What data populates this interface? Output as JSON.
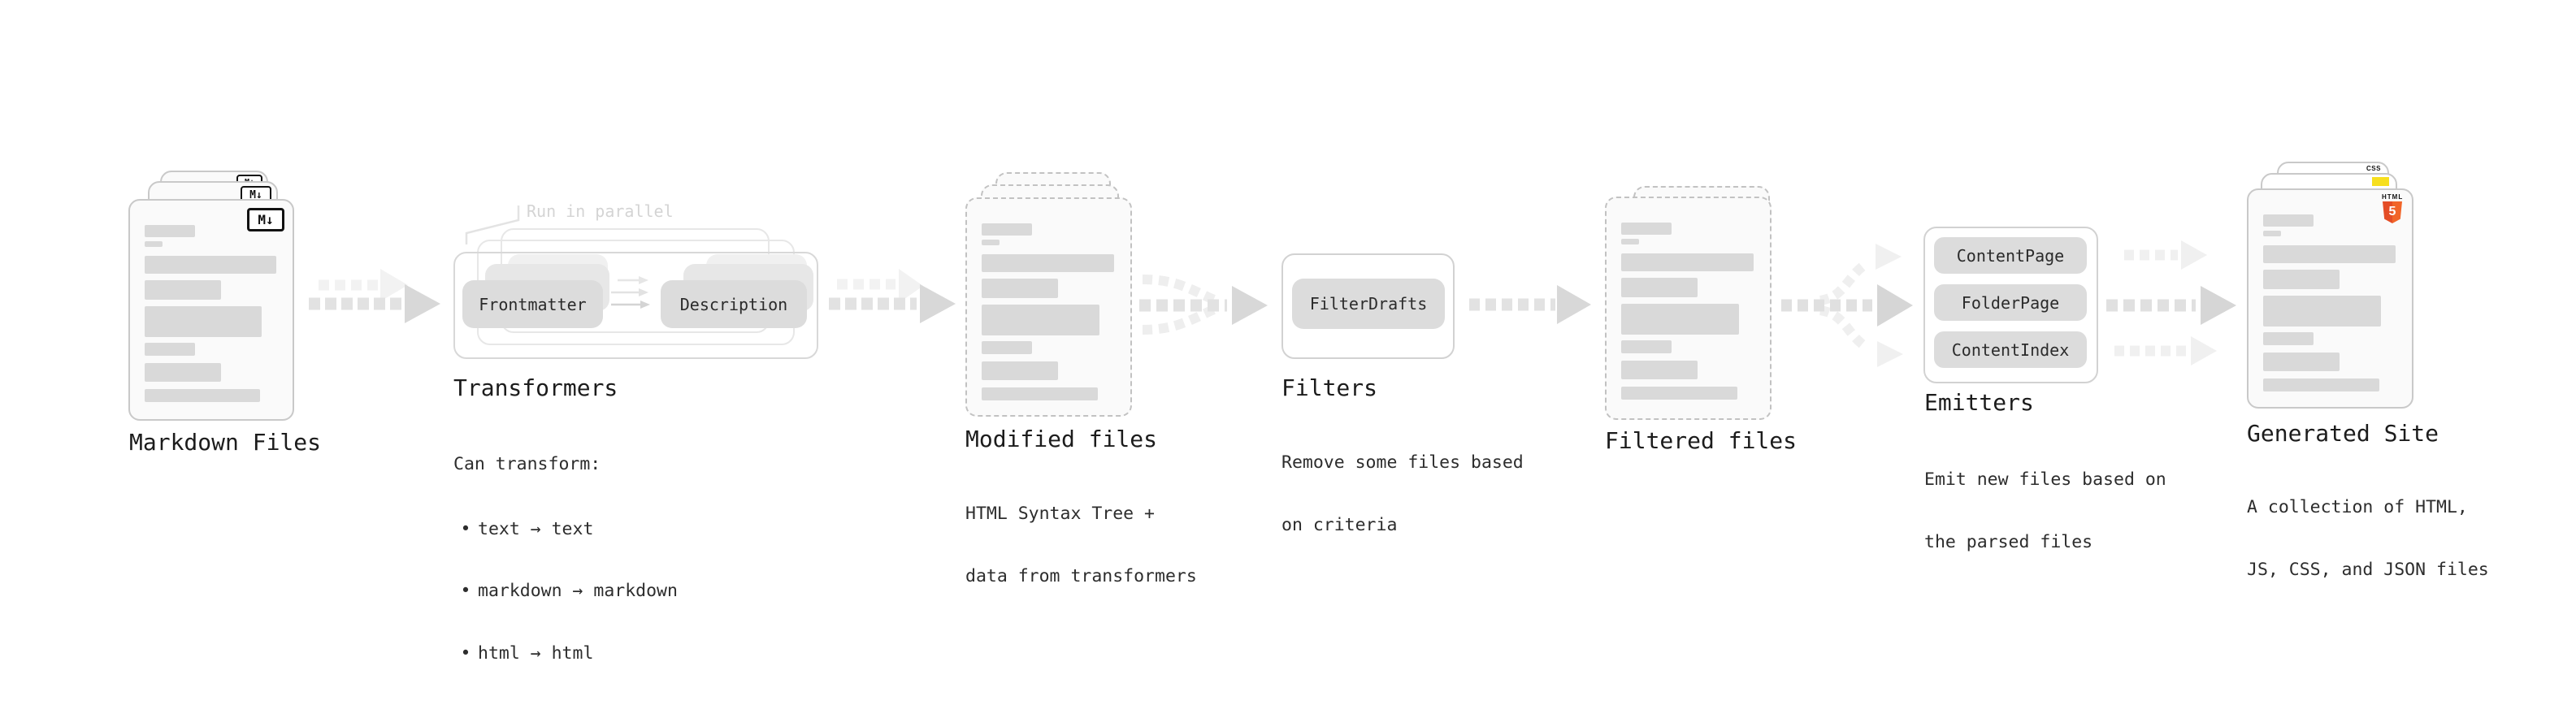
{
  "colors": {
    "card_border": "#c9c9c9",
    "card_bg": "#fafafa",
    "content_bar": "#d9d9d9",
    "pill_bg": "#dcdcdc",
    "arrow_main": "#e0e0e0",
    "arrow_head": "#d8d8d8",
    "arrow_ghost": "#f1f1f1",
    "text_primary": "#1c1c1c",
    "note_text": "#d4d4d4",
    "markdown_badge": "#111111",
    "html5_orange": "#e44d26",
    "js_yellow": "#f7df1e",
    "css_blue": "#2965f1"
  },
  "markdown_files": {
    "title": "Markdown Files",
    "badge": "M↓"
  },
  "transformers": {
    "title": "Transformers",
    "note": "Run in parallel",
    "pill_left": "Frontmatter",
    "pill_right": "Description",
    "desc_heading": "Can transform:",
    "bullet_char": "•",
    "bullets": [
      "text → text",
      "markdown → markdown",
      "html → html"
    ]
  },
  "modified_files": {
    "title": "Modified files",
    "desc_line1": "HTML Syntax Tree +",
    "desc_line2": "data from transformers"
  },
  "filters": {
    "title": "Filters",
    "pill": "FilterDrafts",
    "desc_line1": "Remove some files based",
    "desc_line2": "on criteria"
  },
  "filtered_files": {
    "title": "Filtered files"
  },
  "emitters": {
    "title": "Emitters",
    "pills": [
      "ContentPage",
      "FolderPage",
      "ContentIndex"
    ],
    "desc_line1": "Emit new files based on",
    "desc_line2": "the parsed files"
  },
  "generated_site": {
    "title": "Generated Site",
    "desc_line1": "A collection of HTML,",
    "desc_line2": "JS, CSS, and JSON files",
    "html5_label": "HTML",
    "html5_number": "5",
    "css_label": "CSS"
  }
}
